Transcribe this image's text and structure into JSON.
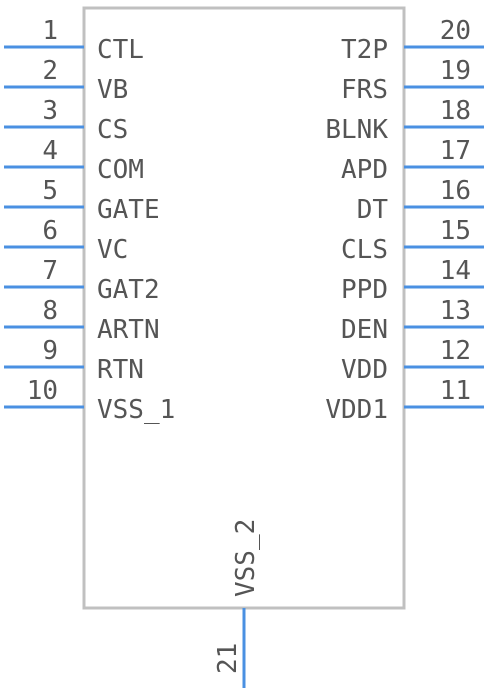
{
  "component": {
    "left_pins": [
      {
        "number": "1",
        "name": "CTL"
      },
      {
        "number": "2",
        "name": "VB"
      },
      {
        "number": "3",
        "name": "CS"
      },
      {
        "number": "4",
        "name": "COM"
      },
      {
        "number": "5",
        "name": "GATE"
      },
      {
        "number": "6",
        "name": "VC"
      },
      {
        "number": "7",
        "name": "GAT2"
      },
      {
        "number": "8",
        "name": "ARTN"
      },
      {
        "number": "9",
        "name": "RTN"
      },
      {
        "number": "10",
        "name": "VSS_1"
      }
    ],
    "right_pins": [
      {
        "number": "20",
        "name": "T2P"
      },
      {
        "number": "19",
        "name": "FRS"
      },
      {
        "number": "18",
        "name": "BLNK"
      },
      {
        "number": "17",
        "name": "APD"
      },
      {
        "number": "16",
        "name": "DT"
      },
      {
        "number": "15",
        "name": "CLS"
      },
      {
        "number": "14",
        "name": "PPD"
      },
      {
        "number": "13",
        "name": "DEN"
      },
      {
        "number": "12",
        "name": "VDD"
      },
      {
        "number": "11",
        "name": "VDD1"
      }
    ],
    "bottom_pins": [
      {
        "number": "21",
        "name": "VSS_2"
      }
    ],
    "colors": {
      "pin": "#4a90e2",
      "body": "#c0c0c0",
      "text": "#555555"
    }
  }
}
